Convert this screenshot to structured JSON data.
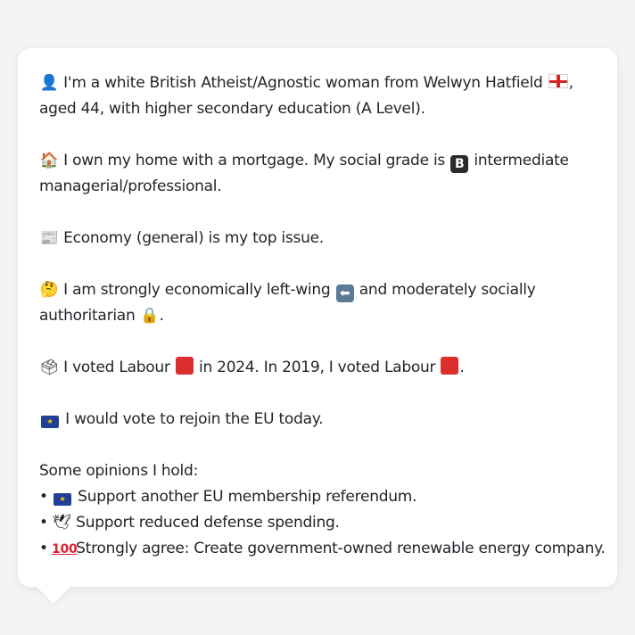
{
  "message": {
    "p1": {
      "icon": "person-silhouette-icon",
      "line1_a": "I'm a white British Atheist/Agnostic woman from Welwyn Hatfield",
      "line1_b": ",",
      "line2": "aged 44, with higher secondary education (A Level).",
      "flag": "england-flag-icon"
    },
    "p2": {
      "icon": "house-icon",
      "line1_a": "I own my home with a mortgage. My social grade is",
      "grade_letter": "B",
      "line1_b": "intermediate",
      "line2": "managerial/professional."
    },
    "p3": {
      "icon": "newspaper-icon",
      "text": "Economy (general) is my top issue."
    },
    "p4": {
      "icon": "thinking-face-icon",
      "line1_a": "I am strongly economically left-wing",
      "line1_b": "and moderately socially",
      "line2": "authoritarian",
      "line2_end": "."
    },
    "p5": {
      "icon": "ballot-box-icon",
      "part_a": "I voted Labour",
      "part_b": "in 2024. In 2019, I voted Labour",
      "part_c": ".",
      "party_color": "#dd2e2e"
    },
    "p6": {
      "icon": "eu-flag-icon",
      "text": "I would vote to rejoin the EU today."
    },
    "opinions": {
      "heading": "Some opinions I hold:",
      "items": [
        {
          "icon": "eu-flag-icon",
          "text": "Support another EU membership referendum."
        },
        {
          "icon": "dove-icon",
          "text": "Support reduced defense spending."
        },
        {
          "icon": "hundred-points-icon",
          "text": "Strongly agree: Create government-owned renewable energy company."
        }
      ]
    }
  },
  "colors": {
    "background": "#f3f4f6",
    "card": "#ffffff",
    "text": "#1f2328"
  }
}
